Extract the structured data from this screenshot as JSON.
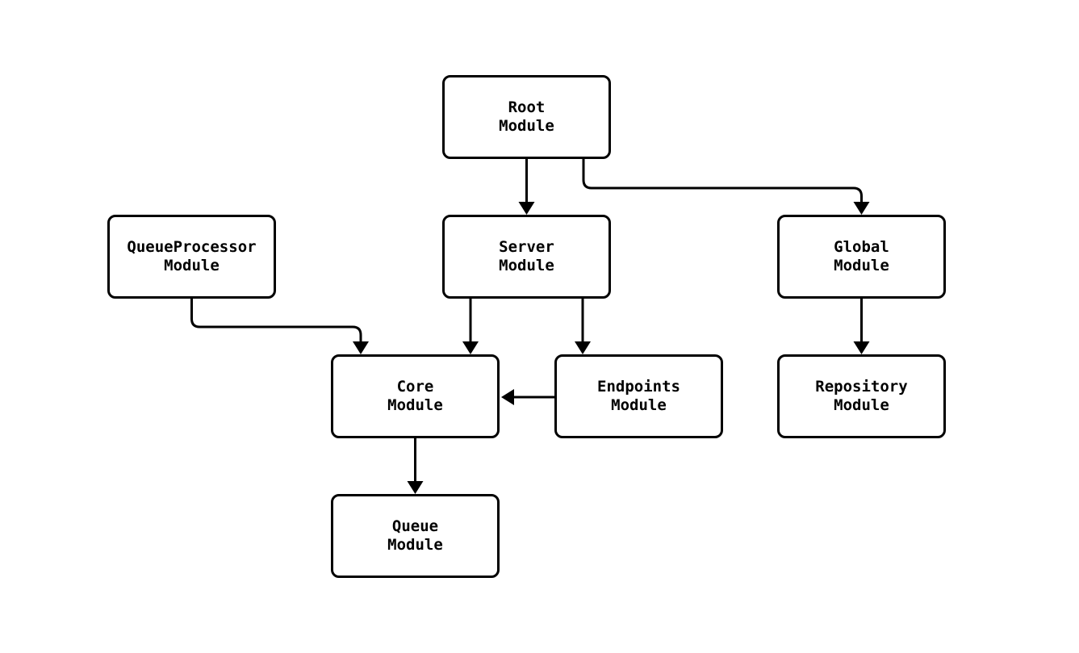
{
  "diagram": {
    "type": "module-dependency-graph",
    "background_color": "#ffffff",
    "node_fill_color": "#ffffff",
    "node_border_color": "#000000",
    "text_color": "#000000",
    "edge_color": "#000000",
    "nodes": [
      {
        "id": "root",
        "label": "Root\nModule"
      },
      {
        "id": "queueprocessor",
        "label": "QueueProcessor\nModule"
      },
      {
        "id": "server",
        "label": "Server\nModule"
      },
      {
        "id": "global",
        "label": "Global\nModule"
      },
      {
        "id": "core",
        "label": "Core\nModule"
      },
      {
        "id": "endpoints",
        "label": "Endpoints\nModule"
      },
      {
        "id": "repository",
        "label": "Repository\nModule"
      },
      {
        "id": "queue",
        "label": "Queue\nModule"
      }
    ],
    "edges": [
      {
        "from": "root",
        "to": "server"
      },
      {
        "from": "root",
        "to": "global"
      },
      {
        "from": "queueprocessor",
        "to": "core"
      },
      {
        "from": "server",
        "to": "core"
      },
      {
        "from": "server",
        "to": "endpoints"
      },
      {
        "from": "endpoints",
        "to": "core"
      },
      {
        "from": "global",
        "to": "repository"
      },
      {
        "from": "core",
        "to": "queue"
      }
    ]
  }
}
